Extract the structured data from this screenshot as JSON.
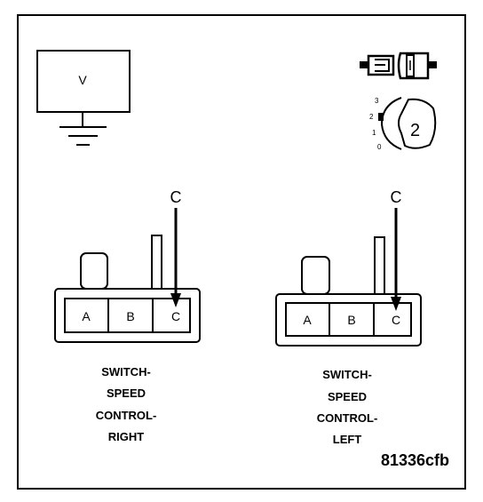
{
  "meter": {
    "label": "V"
  },
  "connectors": [
    {
      "pins": [
        "A",
        "B",
        "C"
      ],
      "callout": "C",
      "caption": [
        "SWITCH-",
        "SPEED",
        "CONTROL-",
        "RIGHT"
      ]
    },
    {
      "pins": [
        "A",
        "B",
        "C"
      ],
      "callout": "C",
      "caption": [
        "SWITCH-",
        "SPEED",
        "CONTROL-",
        "LEFT"
      ]
    }
  ],
  "ignition": {
    "positions": [
      "3",
      "2",
      "1",
      "0"
    ],
    "selected": "2"
  },
  "reference_code": "81336cfb"
}
